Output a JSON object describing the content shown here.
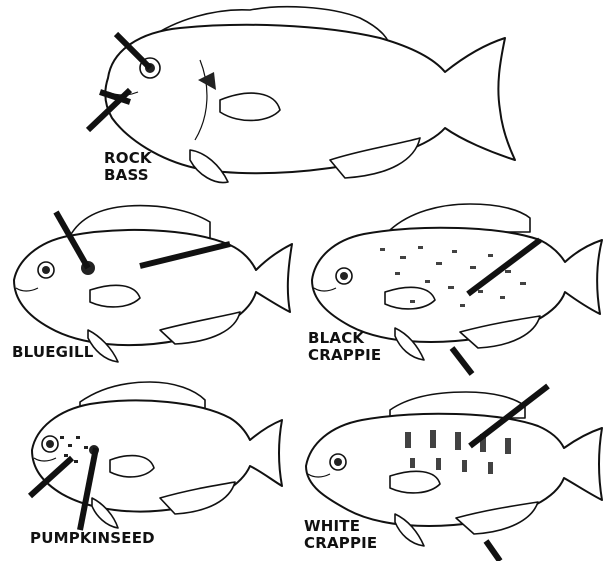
{
  "diagram": {
    "fish": [
      {
        "id": "rock-bass",
        "label_lines": [
          "ROCK",
          "BASS"
        ]
      },
      {
        "id": "bluegill",
        "label_lines": [
          "BLUEGILL"
        ]
      },
      {
        "id": "black-crappie",
        "label_lines": [
          "BLACK",
          "CRAPPIE"
        ]
      },
      {
        "id": "pumpkinseed",
        "label_lines": [
          "PUMPKINSEED"
        ]
      },
      {
        "id": "white-crappie",
        "label_lines": [
          "WHITE",
          "CRAPPIE"
        ]
      }
    ],
    "colors": {
      "ink": "#111111",
      "paper": "#ffffff"
    }
  }
}
